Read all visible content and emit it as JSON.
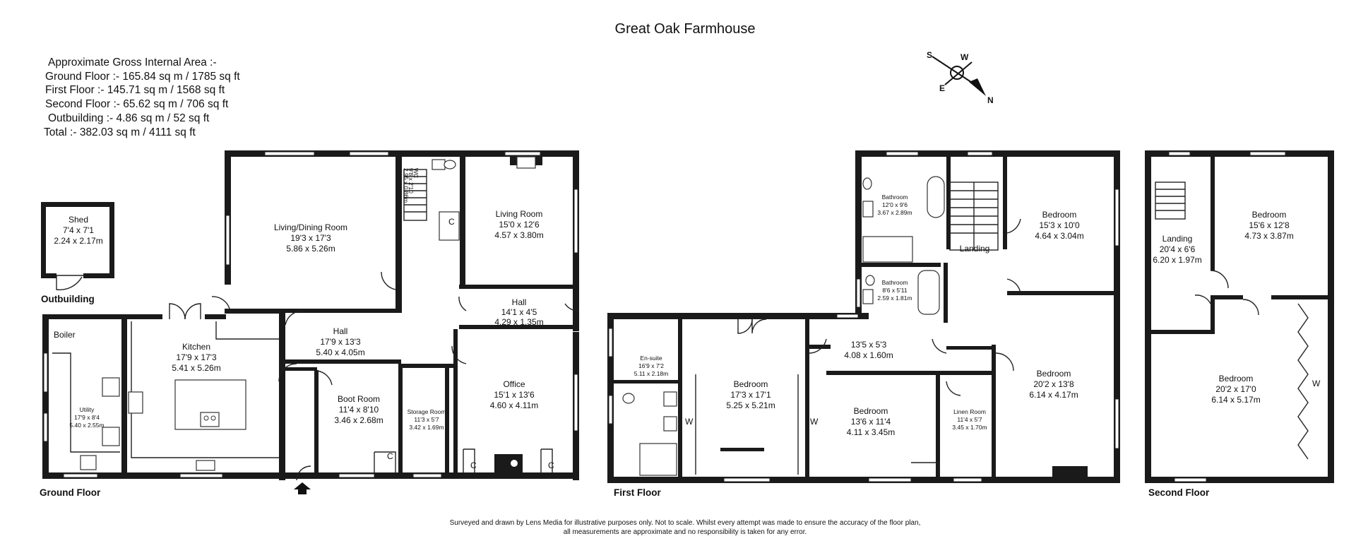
{
  "title": "Great Oak Farmhouse",
  "areas": [
    "Approximate Gross Internal Area :-",
    "Ground Floor :- 165.84 sq m / 1785 sq ft",
    "First Floor :- 145.71 sq m / 1568 sq ft",
    "Second Floor :- 65.62 sq m / 706 sq ft",
    "Outbuilding :- 4.86 sq m / 52 sq ft",
    "Total :- 382.03 sq m / 4111 sq ft"
  ],
  "compass": {
    "s": "S",
    "w": "W",
    "e": "E",
    "n": "N"
  },
  "floor_labels": {
    "outbuilding": "Outbuilding",
    "ground": "Ground Floor",
    "first": "First Floor",
    "second": "Second Floor"
  },
  "rooms": {
    "shed": [
      "Shed",
      "7'4 x 7'1",
      "2.24 x 2.17m"
    ],
    "living_dining": [
      "Living/Dining Room",
      "19'3 x 17'3",
      "5.86 x 5.26m"
    ],
    "living_room": [
      "Living Room",
      "15'0 x 12'6",
      "4.57 x 3.80m"
    ],
    "hall_small": [
      "Hall",
      "14'1 x 4'5",
      "4.29 x 1.35m"
    ],
    "hall_main": [
      "Hall",
      "17'9 x 13'3",
      "5.40 x 4.05m"
    ],
    "kitchen": [
      "Kitchen",
      "17'9 x 17'3",
      "5.41 x 5.26m"
    ],
    "boiler": [
      "Boiler"
    ],
    "utility": [
      "Utility",
      "17'9 x 8'4",
      "5.40 x 2.55m"
    ],
    "boot_room": [
      "Boot Room",
      "11'4 x 8'10",
      "3.46 x 2.68m"
    ],
    "storage_room": [
      "Storage Room",
      "11'3 x 5'7",
      "3.42 x 1.69m"
    ],
    "office": [
      "Office",
      "15'1 x 13'6",
      "4.60 x 4.11m"
    ],
    "wc": [
      "WC",
      "9'8 x 2'10",
      "2.95 x 0.86m"
    ],
    "bath_1": [
      "Bathroom",
      "12'0 x 9'6",
      "3.67 x 2.89m"
    ],
    "bath_2": [
      "Bathroom",
      "8'6 x 5'11",
      "2.59 x 1.81m"
    ],
    "landing_1": [
      "Landing"
    ],
    "bed_1": [
      "Bedroom",
      "15'3 x 10'0",
      "4.64 x 3.04m"
    ],
    "ensuite": [
      "En-suite",
      "16'9 x 7'2",
      "5.11 x 2.18m"
    ],
    "bed_2": [
      "Bedroom",
      "17'3 x 17'1",
      "5.25 x 5.21m"
    ],
    "corridor": [
      "13'5 x 5'3",
      "4.08 x 1.60m"
    ],
    "bed_3": [
      "Bedroom",
      "13'6 x 11'4",
      "4.11 x 3.45m"
    ],
    "linen": [
      "Linen Room",
      "11'4 x 5'7",
      "3.45 x 1.70m"
    ],
    "bed_4": [
      "Bedroom",
      "20'2 x 13'8",
      "6.14 x 4.17m"
    ],
    "landing_2": [
      "Landing",
      "20'4 x 6'6",
      "6.20 x 1.97m"
    ],
    "bed_5": [
      "Bedroom",
      "15'6 x 12'8",
      "4.73 x 3.87m"
    ],
    "bed_6": [
      "Bedroom",
      "20'2 x 17'0",
      "6.14 x 5.17m"
    ]
  },
  "markers": {
    "cupboard": "C",
    "wardrobe": "W"
  },
  "footer": [
    "Surveyed and drawn by Lens Media for illustrative purposes only. Not to scale. Whilst every attempt was made to ensure the accuracy of the floor plan,",
    "all measurements are approximate and no responsibility is taken for any error."
  ]
}
